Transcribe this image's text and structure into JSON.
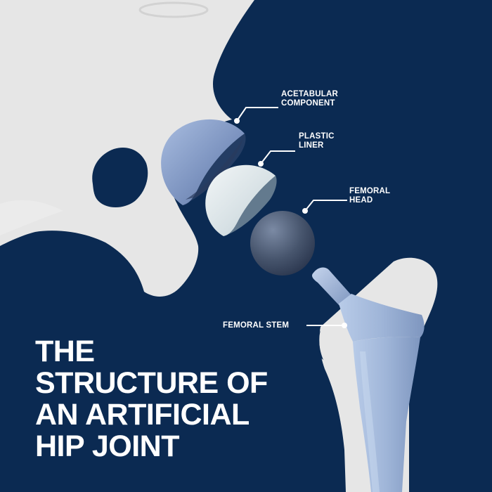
{
  "title": {
    "lines": [
      "THE",
      "STRUCTURE OF",
      "AN ARTIFICIAL",
      "HIP JOINT"
    ]
  },
  "labels": {
    "acetabular": {
      "lines": [
        "ACETABULAR",
        "COMPONENT"
      ]
    },
    "liner": {
      "lines": [
        "PLASTIC",
        "LINER"
      ]
    },
    "head": {
      "lines": [
        "FEMORAL",
        "HEAD"
      ]
    },
    "stem": {
      "lines": [
        "FEMORAL STEM"
      ]
    }
  },
  "colors": {
    "background": "#0b2a52",
    "bone": "#e6e6e6",
    "metal_component": "#8aa0c8",
    "liner": "#dde6ea",
    "femoral_head": "#46546c",
    "stem": "#9fb5d8",
    "text": "#ffffff"
  }
}
